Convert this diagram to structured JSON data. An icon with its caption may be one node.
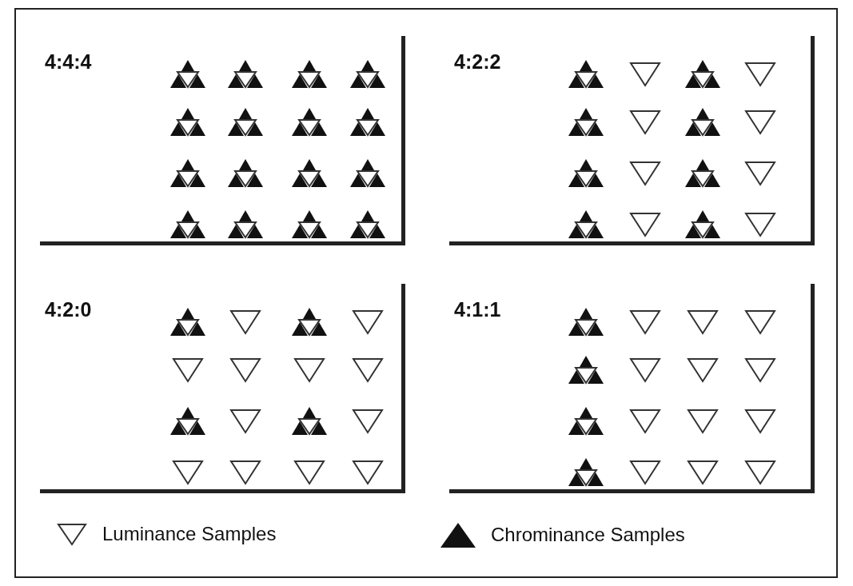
{
  "diagram": {
    "nodes": [
      {
        "text": [
          "4:4:4"
        ]
      },
      {
        "text": [
          "4:2:2"
        ]
      },
      {
        "text": [
          "4:2:0"
        ]
      },
      {
        "text": [
          "4:1:1"
        ]
      }
    ],
    "legend": [
      {
        "text": "Luminance Samples"
      },
      {
        "text": "Chrominance Samples"
      }
    ]
  }
}
